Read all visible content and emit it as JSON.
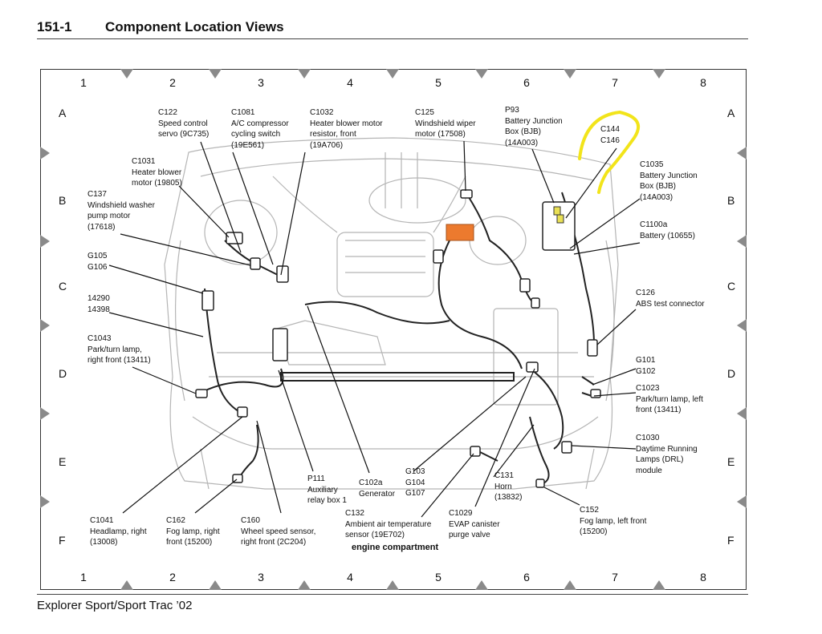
{
  "header": {
    "section": "151-1",
    "title": "Component Location Views"
  },
  "footer": {
    "vehicle": "Explorer Sport/Sport Trac ’02"
  },
  "grid": {
    "columns": [
      "1",
      "2",
      "3",
      "4",
      "5",
      "6",
      "7",
      "8"
    ],
    "rows": [
      "A",
      "B",
      "C",
      "D",
      "E",
      "F"
    ]
  },
  "caption": "engine compartment",
  "labels": {
    "c122": [
      "C122",
      "Speed control",
      "servo (9C735)"
    ],
    "c1081": [
      "C1081",
      "A/C compressor",
      "cycling switch",
      "(19E561)"
    ],
    "c1032": [
      "C1032",
      "Heater blower motor",
      "resistor, front",
      "(19A706)"
    ],
    "c125": [
      "C125",
      "Windshield wiper",
      "motor (17508)"
    ],
    "p93": [
      "P93",
      "Battery Junction",
      "Box (BJB)",
      "(14A003)"
    ],
    "c144": [
      "C144",
      "C146"
    ],
    "c1035": [
      "C1035",
      "Battery Junction",
      "Box (BJB)",
      "(14A003)"
    ],
    "c1100a": [
      "C1100a",
      "Battery (10655)"
    ],
    "c1031": [
      "C1031",
      "Heater blower",
      "motor (19805)"
    ],
    "c137": [
      "C137",
      "Windshield washer",
      "pump motor",
      "(17618)"
    ],
    "g105": [
      "G105",
      "G106"
    ],
    "n14290": [
      "14290",
      "14398"
    ],
    "c1043": [
      "C1043",
      "Park/turn lamp,",
      "right front (13411)"
    ],
    "c126": [
      "C126",
      "ABS test connector"
    ],
    "g101": [
      "G101",
      "G102"
    ],
    "c1023": [
      "C1023",
      "Park/turn lamp, left",
      "front (13411)"
    ],
    "c1030": [
      "C1030",
      "Daytime Running",
      "Lamps (DRL)",
      "module"
    ],
    "g103": [
      "G103",
      "G104",
      "G107"
    ],
    "p111": [
      "P111",
      "Auxiliary",
      "relay box 1"
    ],
    "c102a": [
      "C102a",
      "Generator"
    ],
    "c131": [
      "C131",
      "Horn",
      "(13832)"
    ],
    "c152": [
      "C152",
      "Fog lamp, left front",
      "(15200)"
    ],
    "c1041": [
      "C1041",
      "Headlamp, right",
      "(13008)"
    ],
    "c162": [
      "C162",
      "Fog lamp, right",
      "front (15200)"
    ],
    "c160": [
      "C160",
      "Wheel speed sensor,",
      "right front (2C204)"
    ],
    "c132": [
      "C132",
      "Ambient air temperature",
      "sensor (19E702)"
    ],
    "c1029": [
      "C1029",
      "EVAP canister",
      "purge valve"
    ]
  },
  "colors": {
    "highlight": "#f2e41a",
    "connector_accent": "#e8742a",
    "line": "#111111"
  }
}
